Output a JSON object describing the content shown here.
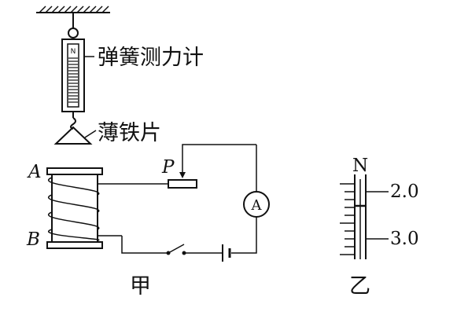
{
  "labels": {
    "spring_scale": "弹簧测力计",
    "iron_sheet": "薄铁片",
    "terminal_a": "A",
    "terminal_b": "B",
    "slider_p": "P",
    "ammeter": "A",
    "fig_jia": "甲",
    "fig_yi": "乙",
    "pole_n": "N",
    "scale_reading_1": "2.0",
    "scale_reading_2": "3.0"
  }
}
